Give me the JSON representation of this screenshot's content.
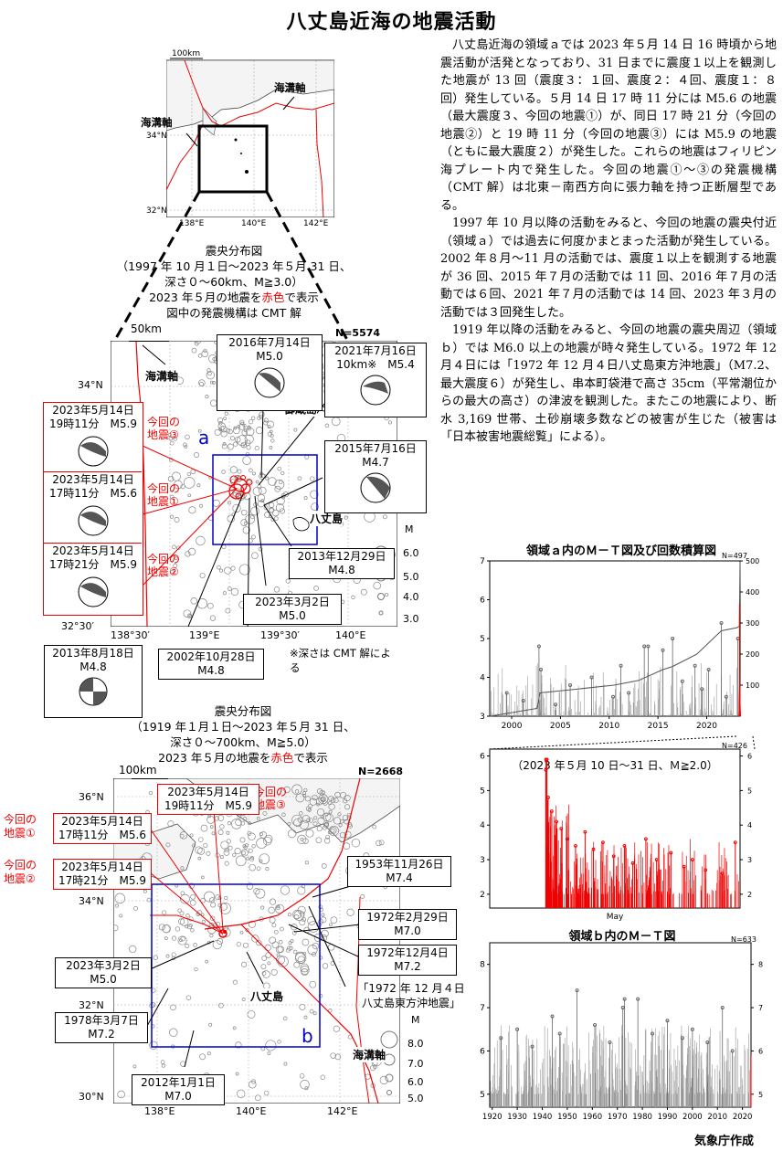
{
  "title": "八丈島近海の地震活動",
  "body": [
    "八丈島近海の領域ａでは 2023 年５月 14 日 16 時頃から地震活動が活発となっており、31 日までに震度１以上を観測した地震が 13 回（震度３：１回、震度２：４回、震度１：８回）発生している。５月 14 日 17 時 11 分には M5.6 の地震（最大震度３、今回の地震①）が、同日 17 時 21 分（今回の地震②）と 19 時 11 分（今回の地震③）には M5.9 の地震（ともに最大震度２）が発生した。これらの地震はフィリピン海プレート内で発生した。今回の地震①～③の発震機構（CMT 解）は北東－南西方向に張力軸を持つ正断層型である。",
    "1997 年 10 月以降の活動をみると、今回の地震の震央付近（領域ａ）では過去に何度かまとまった活動が発生している。2002 年８月～11 月の活動では、震度１以上を観測する地震が 36 回、2015 年７月の活動では 11 回、2016 年７月の活動では６回、2021 年７月の活動では 14 回、2023 年３月の活動では３回発生した。",
    "1919 年以降の活動をみると、今回の地震の震央周辺（領域ｂ）では M6.0 以上の地震が時々発生している。1972 年 12 月４日には「1972 年 12 月４日八丈島東方沖地震」（M7.2、最大震度６）が発生し、串本町袋港で高さ 35cm（平常潮位からの最大の高さ）の津波を観測した。またこの地震により、断水 3,169 世帯、土砂崩壊多数などの被害が生じた（被害は「日本被害地震総覧」による）。"
  ],
  "index_map": {
    "scale": "100km",
    "trench1": "海溝軸",
    "trench2": "海溝軸",
    "lat34": "34°N",
    "lat32": "32°N",
    "lon138": "138°E",
    "lon140": "140°E",
    "lon142": "142°E"
  },
  "map1": {
    "caption1": "震央分布図",
    "caption2": "（1997 年 10 月１日～2023 年５月 31 日、",
    "caption3": "深さ０～60km、M≧3.0）",
    "caption4a": "2023 年５月の地震を",
    "caption4b": "赤色",
    "caption4c": "で表示",
    "caption5": "図中の発震機構は CMT 解",
    "scale": "50km",
    "count": "N=5574",
    "trench": "海溝軸",
    "mikura": "御蔵島",
    "hachijo": "八丈島",
    "region": "a",
    "lat34": "34°N",
    "lat3230": "32°30′",
    "lon13830": "138°30′",
    "lon139": "139°E",
    "lon13930": "139°30′",
    "lon140": "140°E",
    "note": "※深さは CMT 解による",
    "mlabel": "M",
    "mags": [
      "6.0",
      "5.0",
      "4.0",
      "3.0"
    ],
    "eq3": "今回の地震③",
    "eq1": "今回の地震①",
    "eq2": "今回の地震②",
    "lbl_2016a": "2016年7月14日",
    "lbl_2016b": "M5.0",
    "lbl_2021a": "2021年7月16日",
    "lbl_2021b": "10km※　M5.4",
    "lbl_2015a": "2015年7月16日",
    "lbl_2015b": "M4.7",
    "lbl_e3a": "2023年5月14日",
    "lbl_e3b": "19時11分　M5.9",
    "lbl_e1a": "2023年5月14日",
    "lbl_e1b": "17時11分　M5.6",
    "lbl_e2a": "2023年5月14日",
    "lbl_e2b": "17時21分　M5.9",
    "lbl_2013da": "2013年12月29日",
    "lbl_2013db": "M4.8",
    "lbl_2023ma": "2023年3月2日",
    "lbl_2023mb": "M5.0",
    "lbl_2002a": "2002年10月28日",
    "lbl_2002b": "M4.8",
    "lbl_2013aa": "2013年8月18日",
    "lbl_2013ab": "M4.8"
  },
  "map2": {
    "caption1": "震央分布図",
    "caption2": "（1919 年１月１日～2023 年５月 31 日、",
    "caption3": "深さ０～700km、M≧5.0）",
    "caption4a": "2023 年５月の地震を",
    "caption4b": "赤色",
    "caption4c": "で表示",
    "scale": "100km",
    "count": "N=2668",
    "region": "b",
    "hachijo": "八丈島",
    "trench": "海溝軸",
    "lat36": "36°N",
    "lat34": "34°N",
    "lat32": "32°N",
    "lat30": "30°N",
    "lon138": "138°E",
    "lon140": "140°E",
    "lon142": "142°E",
    "mlabel": "M",
    "mags": [
      "8.0",
      "7.0",
      "6.0",
      "5.0"
    ],
    "eq3": "今回の地震③",
    "eq1": "今回の地震①",
    "eq2": "今回の地震②",
    "lbl_e3a": "2023年5月14日",
    "lbl_e3b": "19時11分　M5.9",
    "lbl_e1a": "2023年5月14日",
    "lbl_e1b": "17時11分　M5.6",
    "lbl_e2a": "2023年5月14日",
    "lbl_e2b": "17時21分　M5.9",
    "lbl_1953a": "1953年11月26日",
    "lbl_1953b": "M7.4",
    "lbl_1972fa": "1972年2月29日",
    "lbl_1972fb": "M7.0",
    "lbl_1972da": "1972年12月4日",
    "lbl_1972db": "M7.2",
    "lbl_big1": "「1972 年 12 月４日",
    "lbl_big2": "八丈島東方沖地震」",
    "lbl_2023ma": "2023年3月2日",
    "lbl_2023mb": "M5.0",
    "lbl_1978a": "1978年3月7日",
    "lbl_1978b": "M7.2",
    "lbl_2012a": "2012年1月1日",
    "lbl_2012b": "M7.0"
  },
  "chart_data": [
    {
      "type": "line",
      "title": "領域ａ内のＭ－Ｔ図及び回数積算図",
      "count": "N=497",
      "x_ticks": [
        "2000",
        "2005",
        "2010",
        "2015",
        "2020"
      ],
      "y_left_ticks": [
        "3",
        "4",
        "5",
        "6",
        "7"
      ],
      "y_right_ticks": [
        "100",
        "200",
        "300",
        "400",
        "500"
      ],
      "xlim": [
        1997.75,
        2023.42
      ],
      "ylim_left": [
        3,
        7
      ],
      "ylim_right": [
        0,
        500
      ],
      "cumulative": {
        "x": [
          1997.8,
          2002.6,
          2002.9,
          2006.0,
          2010.5,
          2013.0,
          2015.5,
          2016.5,
          2019.0,
          2021.5,
          2023.1,
          2023.35,
          2023.42
        ],
        "y": [
          0,
          25,
          75,
          85,
          100,
          115,
          150,
          160,
          200,
          275,
          285,
          290,
          497
        ]
      },
      "events": [
        {
          "x": 2002.8,
          "m": 4.8
        },
        {
          "x": 2013.6,
          "m": 4.8
        },
        {
          "x": 2014.0,
          "m": 4.8
        },
        {
          "x": 2015.5,
          "m": 4.7
        },
        {
          "x": 2016.5,
          "m": 5.0
        },
        {
          "x": 2021.5,
          "m": 5.4
        },
        {
          "x": 2023.2,
          "m": 5.0
        },
        {
          "x": 1999.5,
          "m": 3.6
        },
        {
          "x": 2001.2,
          "m": 3.4
        },
        {
          "x": 2003.0,
          "m": 4.2
        },
        {
          "x": 2004.5,
          "m": 3.3
        },
        {
          "x": 2006.0,
          "m": 3.8
        },
        {
          "x": 2008.2,
          "m": 4.0
        },
        {
          "x": 2010.4,
          "m": 3.5
        },
        {
          "x": 2011.2,
          "m": 4.3
        },
        {
          "x": 2012.0,
          "m": 3.6
        },
        {
          "x": 2017.5,
          "m": 3.9
        },
        {
          "x": 2018.8,
          "m": 4.3
        },
        {
          "x": 2019.5,
          "m": 3.7
        },
        {
          "x": 2020.2,
          "m": 4.2
        },
        {
          "x": 2022.0,
          "m": 3.5
        }
      ],
      "red_events": [
        {
          "x": 2023.37,
          "m": 5.6
        },
        {
          "x": 2023.37,
          "m": 5.9
        },
        {
          "x": 2023.37,
          "m": 5.9
        }
      ]
    },
    {
      "type": "bar",
      "title": "（2023 年５月 10 日～31 日、Ｍ≧2.0）",
      "count": "N=426",
      "x_label": "May",
      "y_left_ticks": [
        "2",
        "3",
        "4",
        "5",
        "6"
      ],
      "y_right_ticks": [
        "2",
        "3",
        "4",
        "5",
        "6"
      ],
      "xlim": [
        10,
        31
      ],
      "ylim": [
        1.6,
        6.2
      ],
      "events": [
        {
          "x": 14.7,
          "m": 5.6
        },
        {
          "x": 14.72,
          "m": 5.9
        },
        {
          "x": 14.8,
          "m": 5.9
        },
        {
          "x": 14.9,
          "m": 4.8
        },
        {
          "x": 15.2,
          "m": 4.4
        },
        {
          "x": 15.6,
          "m": 4.1
        },
        {
          "x": 16.0,
          "m": 3.9
        },
        {
          "x": 16.5,
          "m": 3.6
        },
        {
          "x": 17.2,
          "m": 3.4
        },
        {
          "x": 18.0,
          "m": 3.8
        },
        {
          "x": 18.7,
          "m": 3.3
        },
        {
          "x": 19.5,
          "m": 3.5
        },
        {
          "x": 20.4,
          "m": 3.1
        },
        {
          "x": 21.3,
          "m": 3.4
        },
        {
          "x": 22.0,
          "m": 2.9
        },
        {
          "x": 23.1,
          "m": 3.6
        },
        {
          "x": 24.0,
          "m": 3.0
        },
        {
          "x": 25.2,
          "m": 3.2
        },
        {
          "x": 26.3,
          "m": 2.8
        },
        {
          "x": 27.0,
          "m": 3.0
        },
        {
          "x": 28.1,
          "m": 2.7
        },
        {
          "x": 29.5,
          "m": 2.6
        },
        {
          "x": 30.6,
          "m": 3.5
        }
      ]
    },
    {
      "type": "bar",
      "title": "領域ｂ内のＭ－Ｔ図",
      "count": "N=633",
      "x_ticks": [
        "1920",
        "1930",
        "1940",
        "1950",
        "1960",
        "1970",
        "1980",
        "1990",
        "2000",
        "2010",
        "2020"
      ],
      "y_left_ticks": [
        "5",
        "6",
        "7",
        "8"
      ],
      "y_right_ticks": [
        "5",
        "6",
        "7",
        "8"
      ],
      "xlim": [
        1919,
        2023.42
      ],
      "ylim": [
        4.7,
        8.5
      ],
      "events": [
        {
          "x": 1953.9,
          "m": 7.4
        },
        {
          "x": 1972.2,
          "m": 7.0
        },
        {
          "x": 1972.9,
          "m": 7.2
        },
        {
          "x": 1978.2,
          "m": 7.2
        },
        {
          "x": 2012.0,
          "m": 7.0
        },
        {
          "x": 1923.5,
          "m": 6.3
        },
        {
          "x": 1930.0,
          "m": 6.5
        },
        {
          "x": 1936.0,
          "m": 6.1
        },
        {
          "x": 1944.0,
          "m": 6.8
        },
        {
          "x": 1947.0,
          "m": 6.4
        },
        {
          "x": 1961.0,
          "m": 6.6
        },
        {
          "x": 1967.0,
          "m": 6.2
        },
        {
          "x": 1984.0,
          "m": 6.4
        },
        {
          "x": 1990.0,
          "m": 6.7
        },
        {
          "x": 1996.0,
          "m": 6.3
        },
        {
          "x": 2000.0,
          "m": 6.5
        },
        {
          "x": 2006.0,
          "m": 6.2
        },
        {
          "x": 2016.0,
          "m": 6.0
        }
      ],
      "red_events": [
        {
          "x": 2023.37,
          "m": 5.9
        }
      ]
    }
  ],
  "credit": "気象庁作成",
  "colors": {
    "red": "#e00000",
    "blue": "#0000cc",
    "gray": "#777777"
  }
}
